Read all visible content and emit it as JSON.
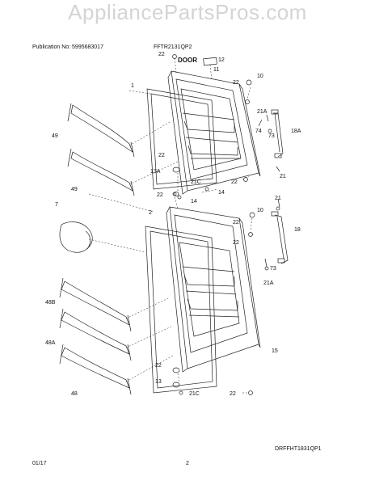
{
  "watermark": "AppliancePartsPros.com",
  "header": {
    "publication": "Publication No: 5995683017",
    "model": "FFTR2131QP2"
  },
  "title": "DOOR",
  "diagram_code": "DRFFHT1831QP1",
  "footer": {
    "date": "01/17",
    "page": "2"
  },
  "callouts": {
    "c1": "1",
    "c2": "2",
    "c7": "7",
    "c11": "11",
    "c12": "12",
    "c10a": "10",
    "c10b": "10",
    "c22a": "22",
    "c22b": "22",
    "c22c": "22",
    "c22d": "22",
    "c22e": "22",
    "c22f": "22",
    "c22g": "22",
    "c22h": "22",
    "c22i": "22",
    "c21Aa": "21A",
    "c21Ab": "21A",
    "c74": "74",
    "c73a": "73",
    "c73b": "73",
    "c18A": "18A",
    "c18": "18",
    "c21a": "21",
    "c21b": "21",
    "c13A": "13A",
    "c13": "13",
    "c21Ca": "21C",
    "c21Cb": "21C",
    "c14a": "14",
    "c14b": "14",
    "c15": "15",
    "c49a": "49",
    "c49b": "49",
    "c48B": "48B",
    "c48A": "48A",
    "c48": "48"
  }
}
